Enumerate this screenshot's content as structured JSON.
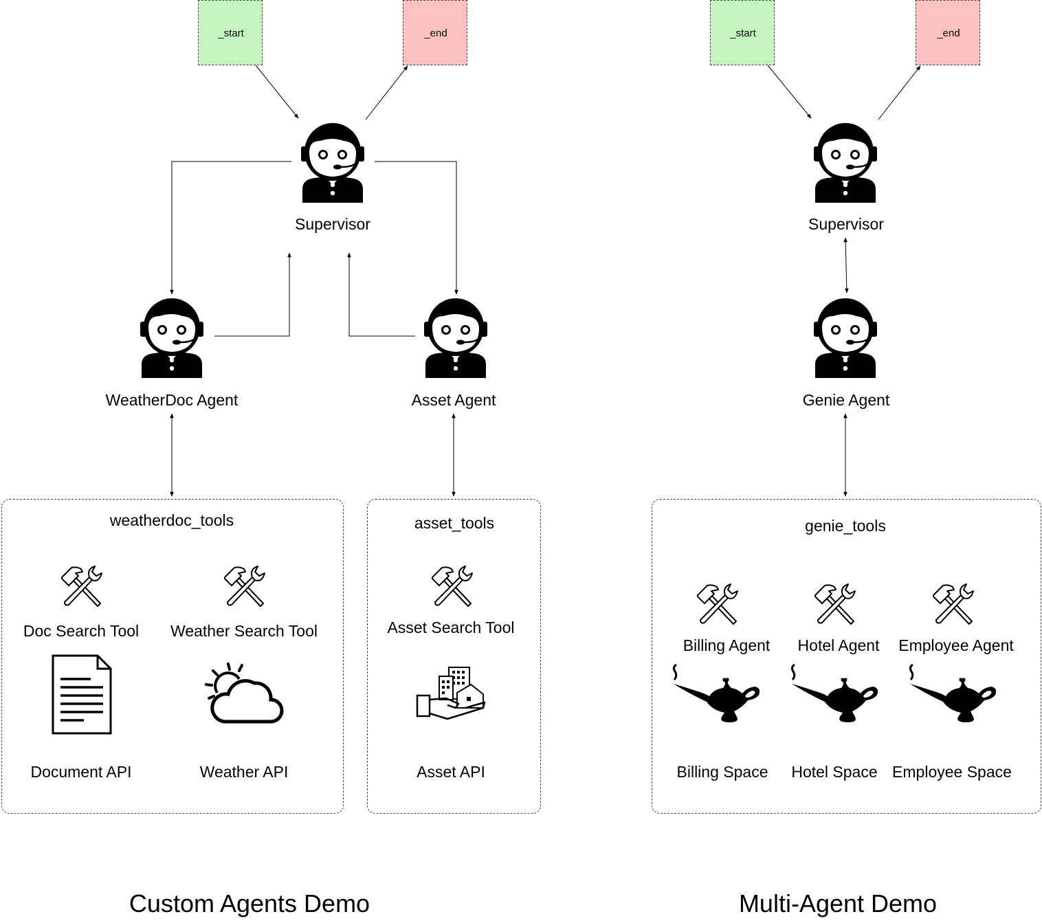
{
  "diagrams": [
    {
      "title": "Custom Agents Demo",
      "start": "_start",
      "end": "_end",
      "supervisor": "Supervisor",
      "agents": [
        "WeatherDoc Agent",
        "Asset Agent"
      ],
      "groups": [
        {
          "name": "weatherdoc_tools",
          "tools": [
            "Doc Search Tool",
            "Weather Search Tool"
          ],
          "apis": [
            "Document API",
            "Weather API"
          ]
        },
        {
          "name": "asset_tools",
          "tools": [
            "Asset Search Tool"
          ],
          "apis": [
            "Asset API"
          ]
        }
      ]
    },
    {
      "title": "Multi-Agent Demo",
      "start": "_start",
      "end": "_end",
      "supervisor": "Supervisor",
      "agents": [
        "Genie Agent"
      ],
      "groups": [
        {
          "name": "genie_tools",
          "tools": [
            "Billing Agent",
            "Hotel Agent",
            "Employee Agent"
          ],
          "apis": [
            "Billing Space",
            "Hotel Space",
            "Employee Space"
          ]
        }
      ]
    }
  ],
  "colors": {
    "start_fill": "#c6f6c0",
    "end_fill": "#ffc2c2",
    "stroke": "#000000"
  },
  "icons": {
    "agent": "person-headset-icon",
    "tool": "hammer-wrench-icon",
    "document": "document-icon",
    "weather": "sun-cloud-icon",
    "asset": "buildings-hand-icon",
    "space": "genie-lamp-icon"
  }
}
